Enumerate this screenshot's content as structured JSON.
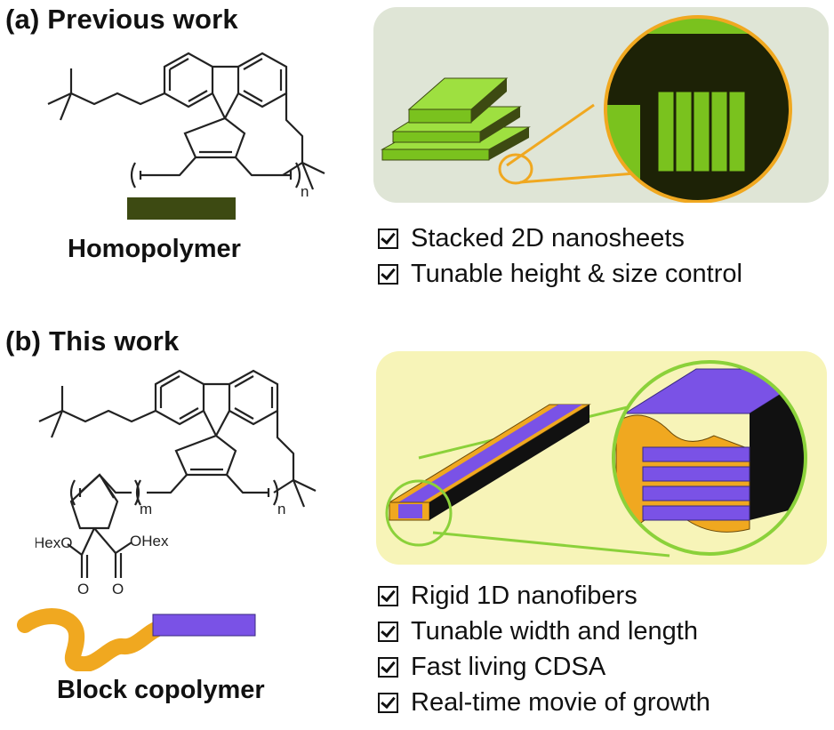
{
  "section_a": {
    "title": "(a) Previous work",
    "caption": "Homopolymer",
    "repeat_label": "n",
    "features": [
      "Stacked 2D nanosheets",
      "Tunable height & size control"
    ],
    "panel_color": "#dfe5d6",
    "polymer_bar_color": "#3d4a12",
    "sheet_color": "#7ac21e",
    "ring_color": "#f0a820"
  },
  "section_b": {
    "title": "(b) This work",
    "caption": "Block copolymer",
    "repeat_labels": [
      "m",
      "n"
    ],
    "ester_labels": [
      "HexO",
      "OHex"
    ],
    "oxygen_labels": [
      "O",
      "O"
    ],
    "features": [
      "Rigid 1D nanofibers",
      "Tunable width and length",
      "Fast living CDSA",
      "Real-time movie of growth"
    ],
    "panel_color": "#f7f4b8",
    "core_color": "#7a52e6",
    "corona_color": "#f0a820",
    "ring_color": "#8bd13a"
  }
}
